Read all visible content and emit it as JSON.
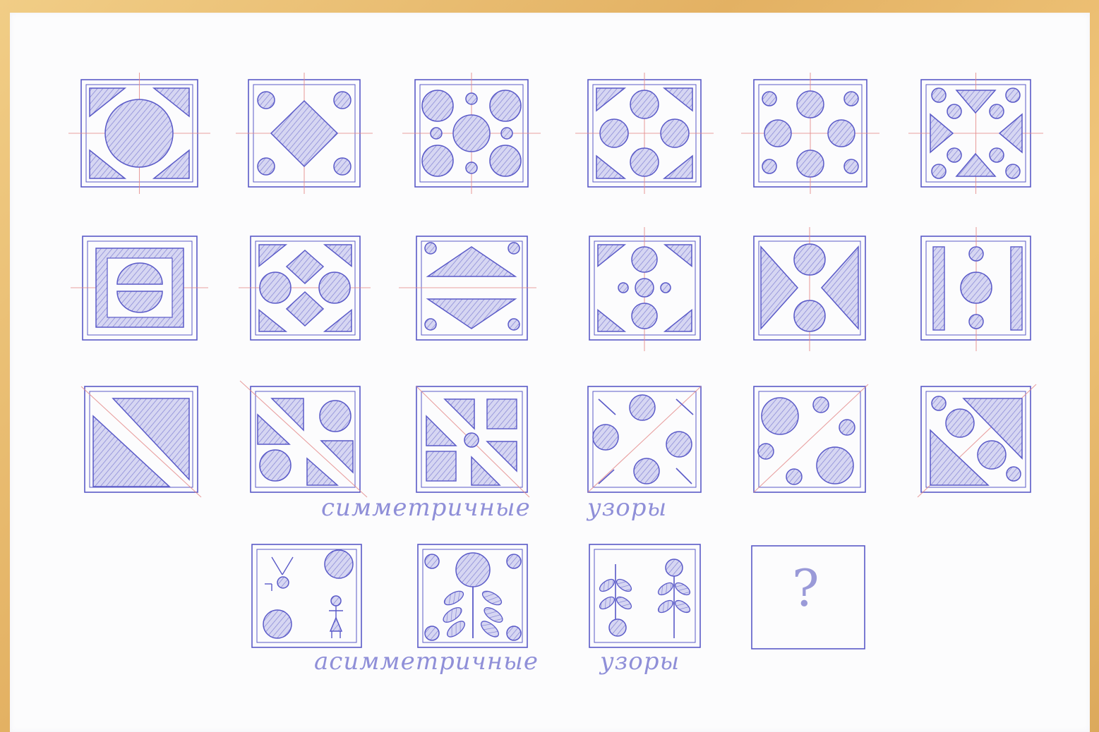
{
  "captions": {
    "symmetric_word1": "симметричные",
    "symmetric_word2": "узоры",
    "asymmetric_word1": "асимметричные",
    "asymmetric_word2": "узоры"
  },
  "question_mark": "?",
  "colors": {
    "background_frame": "#e6b66a",
    "paper": "#fcfcfd",
    "ink": "#5a5ac8",
    "shade": "#c9c9ee",
    "axis": "#e48a8a"
  }
}
